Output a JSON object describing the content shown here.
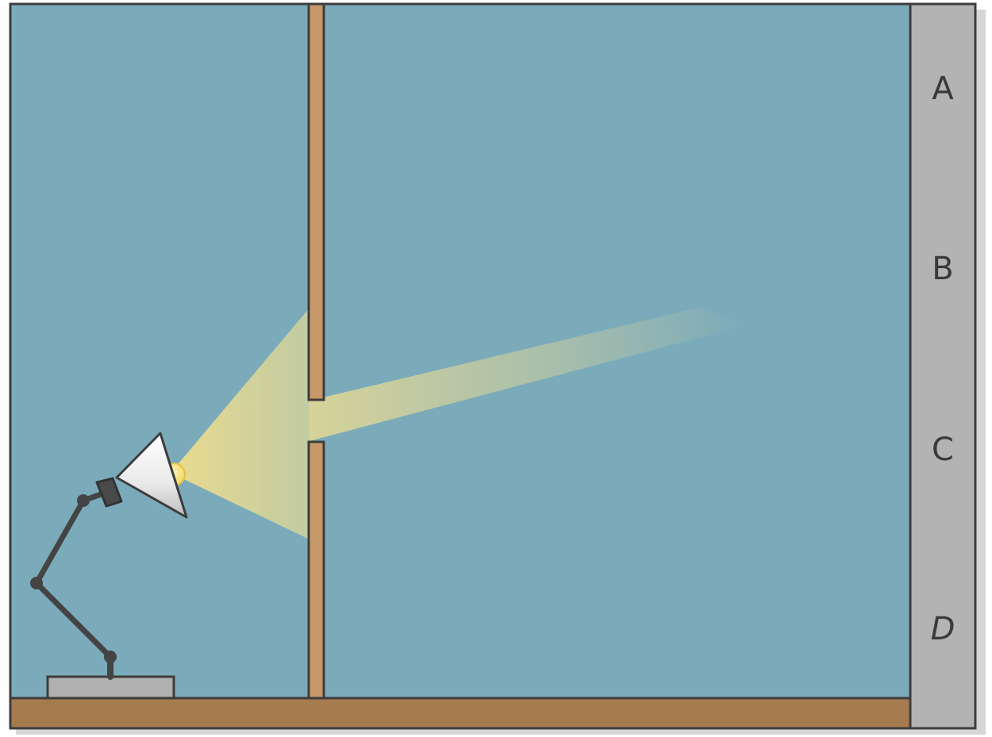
{
  "screen_labels": [
    "A",
    "B",
    "C",
    "D"
  ],
  "colors": {
    "background": "#7BABBA",
    "border": "#3d3d3d",
    "barrier": "#C7996A",
    "table": "#A67B50",
    "screen": "#B3B3B3",
    "lamp_base": "#B0B0B0",
    "lamp_arm": "#444444",
    "lamp_shade": "#EDEDED",
    "light": "#E8DC90",
    "bulb": "#F7E27A"
  },
  "icons": {
    "lamp": "desk-lamp-icon",
    "bulb": "light-bulb-icon"
  }
}
